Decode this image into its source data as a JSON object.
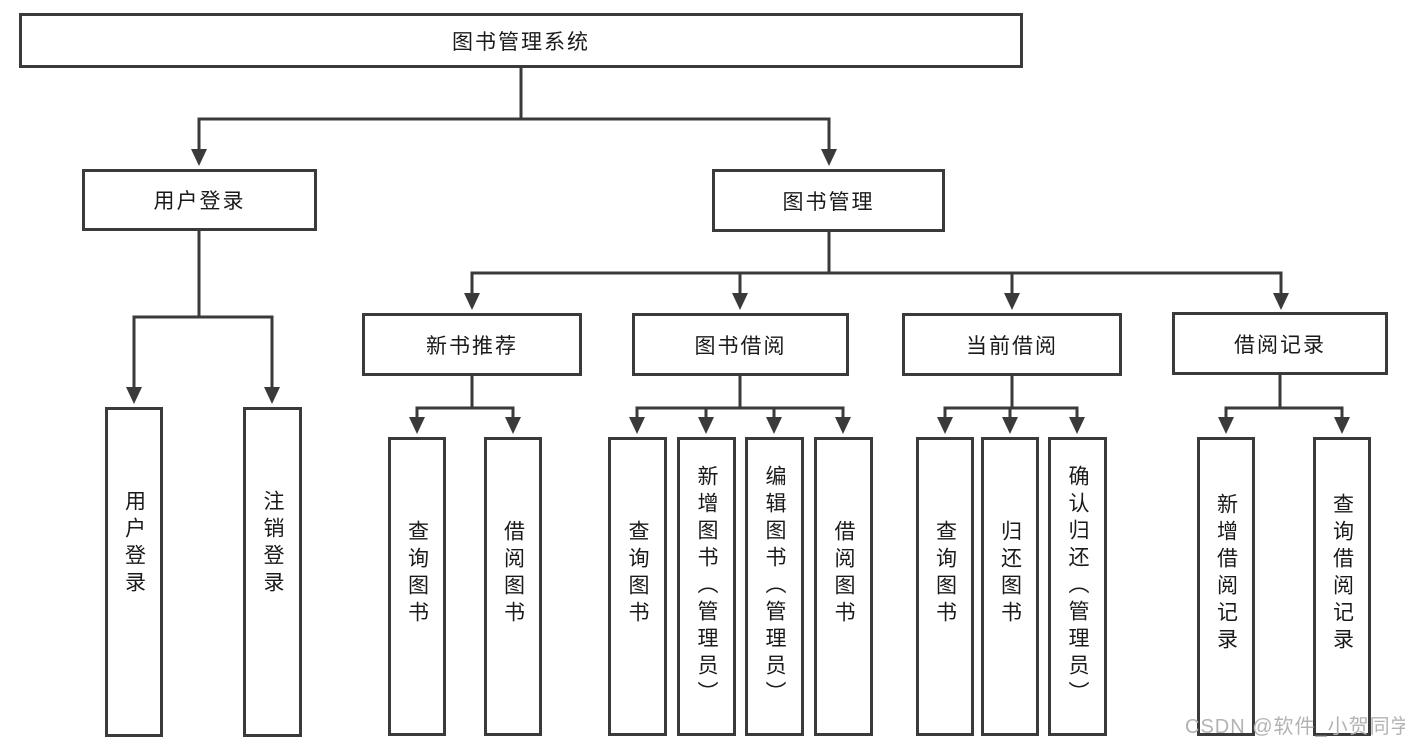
{
  "colors": {
    "line": "#3a3a3a",
    "box-border": "#3a3a3a",
    "box-fill": "#ffffff",
    "text": "#1a1a1a",
    "watermark": "#b3b3b3",
    "background": "#ffffff"
  },
  "watermark": {
    "text": "CSDN @软件_小贺同学"
  },
  "diagram": {
    "type": "hierarchy-tree",
    "root": {
      "label": "图书管理系统"
    },
    "branches": [
      {
        "label": "用户登录",
        "children": [
          {
            "label": "用户登录"
          },
          {
            "label": "注销登录"
          }
        ]
      },
      {
        "label": "图书管理",
        "children": [
          {
            "label": "新书推荐",
            "children": [
              {
                "label": "查询图书"
              },
              {
                "label": "借阅图书"
              }
            ]
          },
          {
            "label": "图书借阅",
            "children": [
              {
                "label": "查询图书"
              },
              {
                "label": "新增图书（管理员）"
              },
              {
                "label": "编辑图书（管理员）"
              },
              {
                "label": "借阅图书"
              }
            ]
          },
          {
            "label": "当前借阅",
            "children": [
              {
                "label": "查询图书"
              },
              {
                "label": "归还图书"
              },
              {
                "label": "确认归还（管理员）"
              }
            ]
          },
          {
            "label": "借阅记录",
            "children": [
              {
                "label": "新增借阅记录"
              },
              {
                "label": "查询借阅记录"
              }
            ]
          }
        ]
      }
    ]
  }
}
